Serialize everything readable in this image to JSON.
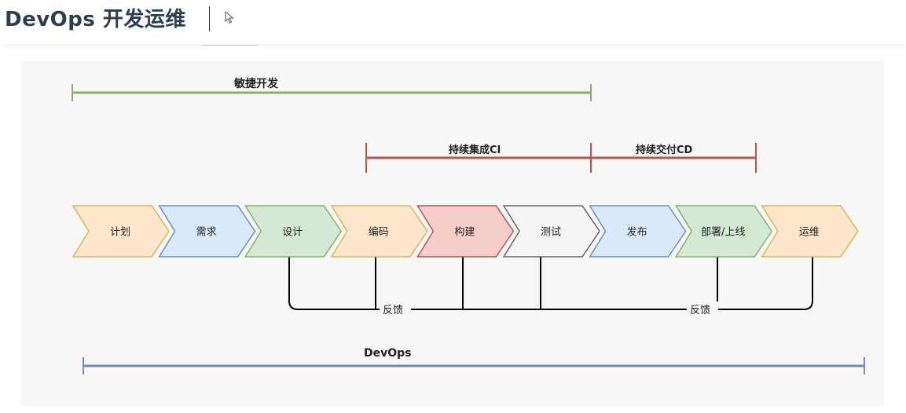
{
  "header": {
    "title": "DevOps 开发运维"
  },
  "diagram": {
    "spans": {
      "agile": "敏捷开发",
      "ci": "持续集成CI",
      "cd": "持续交付CD",
      "devops": "DevOps"
    },
    "stages": [
      "计划",
      "需求",
      "设计",
      "编码",
      "构建",
      "测试",
      "发布",
      "部署/上线",
      "运维"
    ],
    "feedback": [
      "反馈",
      "反馈"
    ]
  },
  "colors": {
    "agile": "#82b366",
    "ci": "#b85450",
    "cd": "#b85450",
    "devops": "#6c8ebf",
    "stages": [
      {
        "fill": "#ffe6cc",
        "stroke": "#d6b656"
      },
      {
        "fill": "#dae8fc",
        "stroke": "#6c8ebf"
      },
      {
        "fill": "#d5e8d4",
        "stroke": "#82b366"
      },
      {
        "fill": "#ffe6cc",
        "stroke": "#d6b656"
      },
      {
        "fill": "#f8cecc",
        "stroke": "#b85450"
      },
      {
        "fill": "#f5f5f5",
        "stroke": "#666666"
      },
      {
        "fill": "#dae8fc",
        "stroke": "#6c8ebf"
      },
      {
        "fill": "#d5e8d4",
        "stroke": "#82b366"
      },
      {
        "fill": "#ffe6cc",
        "stroke": "#d6b656"
      }
    ]
  },
  "icons": {
    "cursor": "mouse-pointer-icon"
  }
}
